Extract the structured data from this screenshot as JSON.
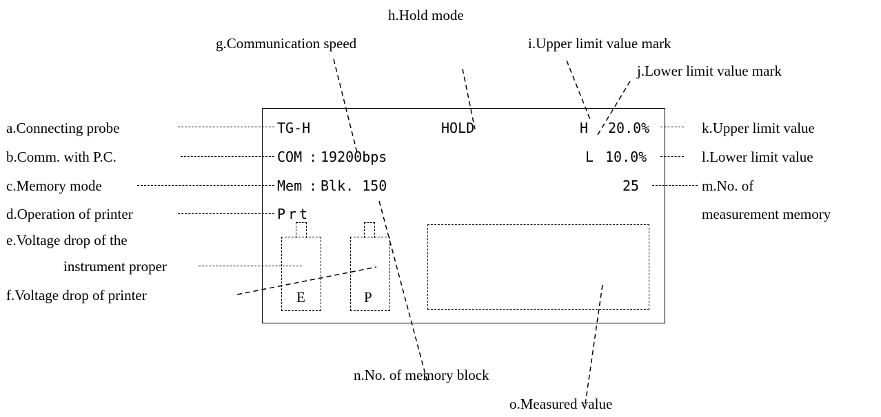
{
  "left_labels": {
    "a": "a.Connecting probe",
    "b": "b.Comm. with P.C.",
    "c": "c.Memory mode",
    "d": "d.Operation of printer",
    "e_line1": "e.Voltage drop of the",
    "e_line2": "instrument proper",
    "f": "f.Voltage drop of printer"
  },
  "top_labels": {
    "g": "g.Communication speed",
    "h": "h.Hold mode",
    "i": "i.Upper limit value mark",
    "j": "j.Lower limit value mark"
  },
  "right_labels": {
    "k": "k.Upper limit value",
    "l": "l.Lower limit value",
    "m_line1": "m.No. of",
    "m_line2": "measurement memory"
  },
  "bottom_labels": {
    "n": "n.No. of memory block",
    "o": "o.Measured value"
  },
  "display": {
    "probe": "TG-H",
    "hold": "HOLD",
    "upper_mark": "H",
    "upper_value": "20.0%",
    "com_label": "COM",
    "com_sep": ":",
    "com_speed": "19200bps",
    "lower_mark": "L",
    "lower_value": "10.0%",
    "mem_label": "Mem",
    "mem_sep": ":",
    "mem_block": "Blk. 150",
    "mem_count": "25",
    "printer": "Prt",
    "battery_e": "E",
    "battery_p": "P"
  }
}
